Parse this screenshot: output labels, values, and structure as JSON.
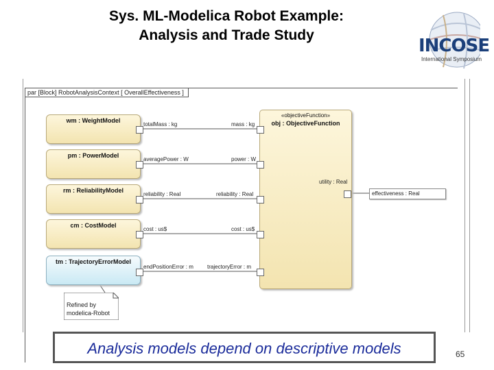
{
  "slide": {
    "title_line1": "Sys. ML-Modelica Robot Example:",
    "title_line2": "Analysis and Trade Study",
    "banner": "Analysis models depend on descriptive models",
    "page_number": "65"
  },
  "logo": {
    "name": "INCOSE",
    "subtitle": "International Symposium"
  },
  "diagram": {
    "frame_tab": "par [Block] RobotAnalysisContext [ OverallEffectiveness ]",
    "parts": [
      {
        "name": "wm : WeightModel",
        "port_label": "totalMass : kg",
        "obj_port_label": "mass : kg"
      },
      {
        "name": "pm : PowerModel",
        "port_label": "averagePower : W",
        "obj_port_label": "power : W"
      },
      {
        "name": "rm : ReliabilityModel",
        "port_label": "reliability : Real",
        "obj_port_label": "reliability : Real"
      },
      {
        "name": "cm : CostModel",
        "port_label": "cost : us$",
        "obj_port_label": "cost : us$"
      },
      {
        "name": "tm : TrajectoryErrorModel",
        "port_label": "endPositionError : m",
        "obj_port_label": "trajectoryError : m"
      }
    ],
    "objective": {
      "stereotype": "«objectiveFunction»",
      "name": "obj : ObjectiveFunction",
      "utility_label": "utility : Real"
    },
    "effectiveness_label": "effectiveness : Real",
    "note": {
      "line1": "Refined by",
      "line2": "modelica-Robot"
    },
    "colors": {
      "part_fill": "#f3e4b0",
      "trajectory_fill": "#c9e9f4",
      "banner_text": "#1a2b9a"
    }
  }
}
